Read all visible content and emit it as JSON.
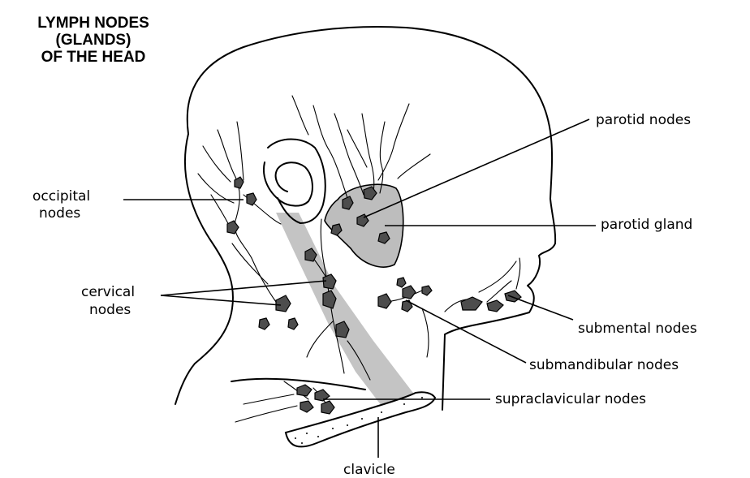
{
  "title": {
    "line1": "LYMPH NODES",
    "line2": "(GLANDS)",
    "line3": "OF THE HEAD"
  },
  "labels": {
    "parotid_nodes": "parotid nodes",
    "occipital_line1": "occipital",
    "occipital_line2": "nodes",
    "parotid_gland": "parotid gland",
    "cervical_line1": "cervical",
    "cervical_line2": "nodes",
    "submental_nodes": "submental nodes",
    "submandibular_nodes": "submandibular nodes",
    "supraclavicular_nodes": "supraclavicular nodes",
    "clavicle": "clavicle"
  },
  "colors": {
    "outline": "#000000",
    "node_fill": "#4d4d4d",
    "gland_fill": "#bdbdbd",
    "muscle_fill": "#c4c4c4"
  }
}
